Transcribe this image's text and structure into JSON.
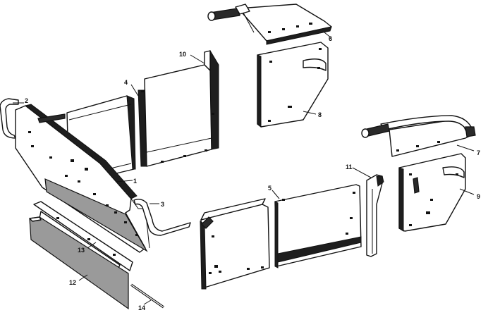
{
  "callouts": {
    "c1": "1",
    "c2": "2",
    "c3": "3",
    "c4": "4",
    "c5": "5",
    "c6": "6",
    "c7": "7",
    "c8": "8",
    "c9": "9",
    "c10": "10",
    "c11": "11",
    "c12": "12",
    "c13": "13",
    "c14": "14"
  },
  "colors": {
    "ink": "#111111",
    "shade": "#2a2a2a",
    "background": "#ffffff"
  }
}
